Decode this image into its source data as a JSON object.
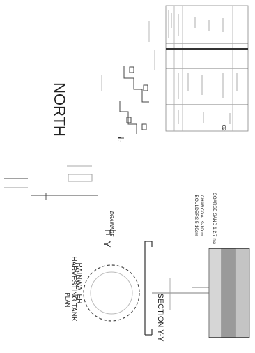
{
  "drawing": {
    "north_label": "NORTH",
    "tank_title": [
      "RAINWATER",
      "HARVESTING TANK",
      "PLAN"
    ],
    "section_label": "SECTION Y-Y",
    "section_marker": "Y",
    "drainage_label": "DRAINAGE",
    "material_notes": [
      "COARSE SAND 1:2.7 ms",
      "CHARCOAL 9-10cm",
      "BOULDERS 5-10cm"
    ],
    "marks": [
      "C1",
      "C2"
    ]
  },
  "colors": {
    "line": "#3a3a3a",
    "fill_light": "#cfcfcf",
    "fill_dark": "#6f6f6f"
  }
}
